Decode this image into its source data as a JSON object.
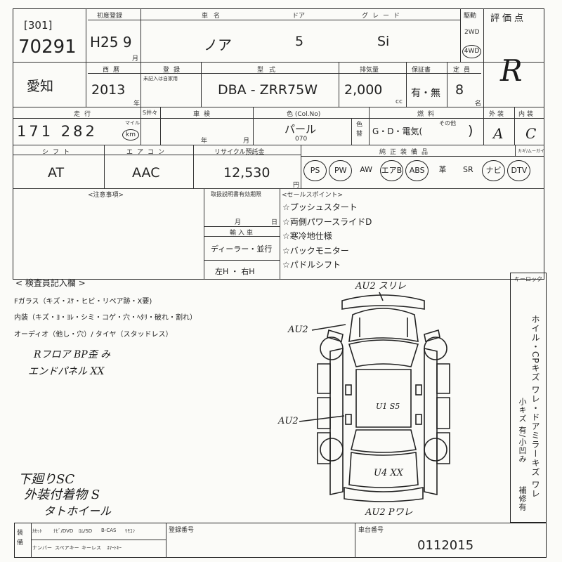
{
  "header": {
    "lot_no_label": "[301]",
    "lot_no": "70291",
    "first_reg_label": "初度登録",
    "first_reg_value": "H25 9",
    "month_suffix": "月",
    "model_name_label": "車名",
    "model_name": "ノア",
    "doors_label": "ドア",
    "doors": "5",
    "grade_label": "グレード",
    "grade": "Si",
    "drive_label": "駆動",
    "drive_2wd": "2WD",
    "drive_4wd": "4WD",
    "score_label": "評価点",
    "score": "R"
  },
  "row2": {
    "region": "愛知",
    "year_label": "西暦",
    "year": "2013",
    "year_suffix": "年",
    "reg_label": "登録",
    "reg_note": "未記入は自家用",
    "type_label": "型式",
    "type_value": "DBA - ZRR75W",
    "displacement_label": "排気量",
    "displacement": "2,000",
    "cc": "cc",
    "warranty_label": "保証書",
    "warranty": "有・無",
    "capacity_label": "定員",
    "capacity": "8",
    "capacity_suffix": "名"
  },
  "row3": {
    "mileage_label": "走行",
    "mileage": "171 282",
    "km": "km",
    "mile_label": "マイル",
    "meter_label": "S井々",
    "inspection_label": "車検",
    "year_unit": "年",
    "month_unit": "月",
    "color_label": "色 (Col.No)",
    "color": "パール",
    "color_no": "070",
    "recolor_label": "色替",
    "fuel_label": "燃料",
    "fuel_options": "G・D・電気(",
    "fuel_other": "その他",
    "fuel_close": ")",
    "exterior_label": "外装",
    "exterior": "A",
    "interior_label": "内装",
    "interior": "C"
  },
  "row4": {
    "shift_label": "シフト",
    "shift": "AT",
    "aircon_label": "エアコン",
    "aircon": "AAC",
    "recycle_label": "リサイクル預託金",
    "recycle": "12,530",
    "yen": "円",
    "equipment_label": "純正装備品",
    "keyless_label": "カギ/ムーガイ",
    "options": [
      "PS",
      "PW",
      "AW",
      "エアB",
      "ABS",
      "革",
      "SR",
      "ナビ",
      "DTV"
    ],
    "circled_options": [
      "PS",
      "PW",
      "エアB",
      "ABS",
      "ナビ",
      "DTV"
    ]
  },
  "notes": {
    "caution_label": "<注意事項>",
    "owner_manual_label": "取扱説明書有効期限",
    "month_char": "月",
    "day_char": "日",
    "import_label": "輸入車",
    "dealer": "ディーラー・並行",
    "steering": "左H ・ 右H",
    "sales_label": "<セールスポイント>",
    "sales_points": [
      "☆プッシュスタート",
      "☆両側パワースライドD",
      "☆寒冷地仕様",
      "☆バックモニター",
      "☆パドルシフト"
    ]
  },
  "inspector": {
    "title": "< 検査員記入欄 >",
    "glass_line": "Fガラス（キズ・ｽｹ・ヒビ・リペア跡・X要)",
    "interior_line": "内装（キズ・ﾖ・ﾖﾚ・シミ・コゲ・穴・ﾍﾀﾘ・破れ・割れ）",
    "audio_line": "オーディオ（他し・穴）/ タイヤ（スタッドレス）",
    "hw_note1": "Rフロア BP歪 み",
    "hw_note2": "エンドパネル XX",
    "hw_note3": "下廻りSC",
    "hw_note4": "外装付着物 S",
    "hw_note5": "タトホイール",
    "keyloc_label": "キーロック"
  },
  "diagram": {
    "a1": "AU2 スリレ",
    "a2": "AU2",
    "a3": "AU2",
    "a4": "U1 S5",
    "a5": "U4 XX",
    "a6": "AU2 Pワレ"
  },
  "legend": {
    "vertical1": "ホイル・CPキズ ワレ・ドアミラーキズ ワレ",
    "vertical2": "小キズ 有/小凹み",
    "vertical3": "補修有"
  },
  "bottom": {
    "equip_label": "装備",
    "row1": [
      "ｶｾｯﾄ",
      "ﾅﾋﾞ/DVD",
      "ﾛﾑ/SD",
      "B-CAS",
      "ﾘﾓｺﾝ"
    ],
    "row2": [
      "ナンバー",
      "スペアキー",
      "キーレス",
      "ｽﾏｰﾄｷｰ"
    ],
    "reg_no_label": "登録番号",
    "chassis_label": "車台番号",
    "chassis": "0112015"
  }
}
